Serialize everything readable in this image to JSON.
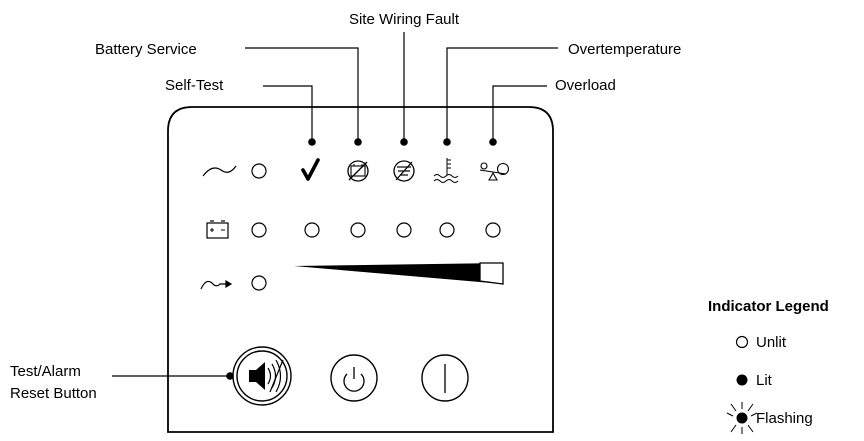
{
  "callouts": {
    "site_wiring_fault": "Site Wiring Fault",
    "battery_service": "Battery Service",
    "overtemperature": "Overtemperature",
    "self_test": "Self-Test",
    "overload": "Overload",
    "test_alarm_reset_line1": "Test/Alarm",
    "test_alarm_reset_line2": "Reset Button"
  },
  "legend": {
    "title": "Indicator Legend",
    "items": [
      {
        "state": "unlit",
        "label": "Unlit"
      },
      {
        "state": "lit",
        "label": "Lit"
      },
      {
        "state": "flashing",
        "label": "Flashing"
      }
    ]
  },
  "panel": {
    "row_icons": [
      "sine-wave-icon",
      "battery-icon",
      "bypass-icon"
    ],
    "alarm_icons": [
      "check-icon",
      "battery-service-icon",
      "site-wiring-fault-icon",
      "overtemperature-icon",
      "overload-icon"
    ],
    "lit_indicators": [
      "self-test",
      "battery-service",
      "site-wiring-fault",
      "overtemperature",
      "overload"
    ],
    "buttons": [
      "test-alarm-reset-button",
      "off-button",
      "on-button"
    ]
  }
}
